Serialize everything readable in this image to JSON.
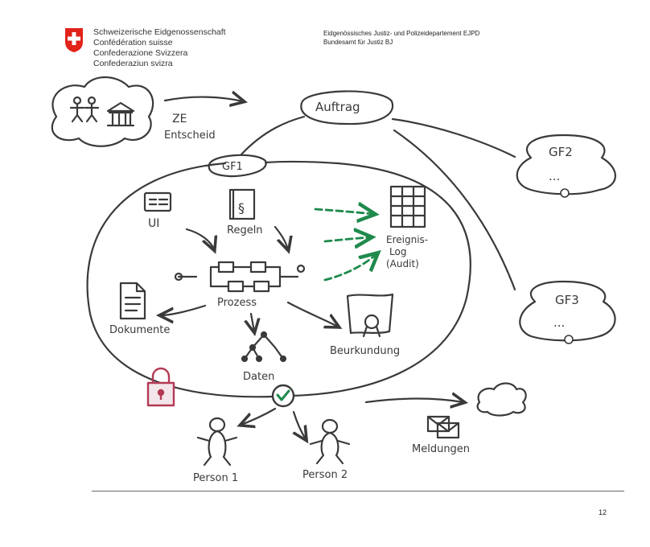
{
  "header": {
    "confederation": [
      "Schweizerische Eidgenossenschaft",
      "Confédération suisse",
      "Confederazione Svizzera",
      "Confederaziun svizra"
    ],
    "department": "Eidgenössisches Justiz- und Polizeidepartement EJPD",
    "office": "Bundesamt für Justiz BJ"
  },
  "diagram": {
    "ze_label": "ZE",
    "entscheid_label": "Entscheid",
    "auftrag_label": "Auftrag",
    "gf1_label": "GF1",
    "gf2_label": "GF2",
    "gf3_label": "GF3",
    "gf_dots": "...",
    "ui_label": "UI",
    "regeln_label": "Regeln",
    "paragraph_symbol": "§",
    "ereignislog_label": [
      "Ereignis-",
      "Log",
      "(Audit)"
    ],
    "prozess_label": "Prozess",
    "dokumente_label": "Dokumente",
    "beurkundung_label": "Beurkundung",
    "daten_label": "Daten",
    "person1_label": "Person 1",
    "person2_label": "Person 2",
    "meldungen_label": "Meldungen",
    "colors": {
      "ink": "#3a3a3a",
      "accent_green": "#1f8a4c",
      "lock_red": "#b33a55",
      "swiss_red": "#e2231a"
    }
  },
  "footer": {
    "page_number": "12"
  }
}
